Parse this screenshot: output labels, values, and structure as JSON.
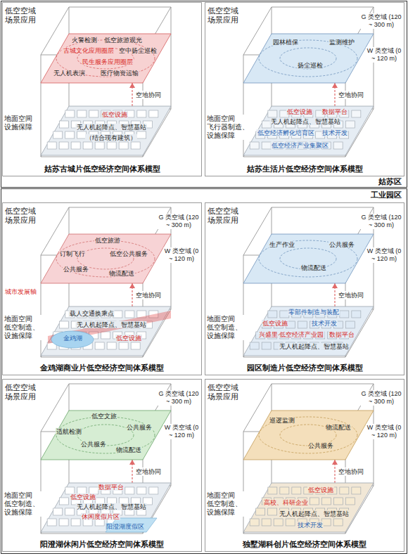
{
  "diagram": {
    "nodes": [
      {
        "text": [
          "姑苏区"
        ]
      },
      {
        "text": [
          "姑苏古城片低空经济空间体系模型"
        ],
        "in": 0
      },
      {
        "text": [
          "火警检测",
          "低空旅游观光",
          "空中扬尘巡检",
          "古城文化应用圈层",
          "民生服务应用圈层",
          "无人机表演",
          "医疗物资运输"
        ],
        "in": 1
      },
      {
        "text": [
          "低空设施",
          "无人机起降点、智慧基站",
          "（结合现有建筑）"
        ],
        "in": 1
      },
      {
        "text": [
          "姑苏生活片低空经济空间体系模型"
        ],
        "in": 0
      },
      {
        "text": [
          "园林植保",
          "监测维护",
          "扬尘巡检"
        ],
        "in": 4
      },
      {
        "text": [
          "低空设施",
          "数据平台",
          "无人机起降点、智慧基站",
          "低空经济孵化培育区",
          "技术开发",
          "低空经济产业集聚区"
        ],
        "in": 4
      },
      {
        "text": [
          "工业园区"
        ]
      },
      {
        "text": [
          "金鸡湖商业片低空经济空间体系模型"
        ],
        "in": 7
      },
      {
        "text": [
          "低空旅游",
          "订制飞行",
          "低空公共服务",
          "公共服务",
          "物流配送"
        ],
        "in": 8
      },
      {
        "text": [
          "载人交通换乘点",
          "无人机起降点、智慧基站",
          "金鸡湖",
          "低空设施"
        ],
        "in": 8
      },
      {
        "text": [
          "园区制造片低空经济空间体系模型"
        ],
        "in": 7
      },
      {
        "text": [
          "生产作业",
          "公共服务",
          "物流配送"
        ],
        "in": 11
      },
      {
        "text": [
          "零部件制造与装配",
          "低空设施",
          "技术开发",
          "兴盛里·低空经济产业园",
          "数据平台",
          "无人机起降点、智慧基站"
        ],
        "in": 11
      },
      {
        "text": [
          "阳澄湖休闲片低空经济空间体系模型"
        ],
        "in": 7
      },
      {
        "text": [
          "低空文旅",
          "适航检测",
          "公共服务",
          "公共服务",
          "物流配送"
        ],
        "in": 14
      },
      {
        "text": [
          "数据平台",
          "低空设施",
          "无人机起降点、智慧基站",
          "休闲度假片区",
          "阳澄湖度假区"
        ],
        "in": 14
      },
      {
        "text": [
          "独墅湖科创片低空经济空间体系模型"
        ],
        "in": 7
      },
      {
        "text": [
          "巡逻监测",
          "物流配送",
          "公共服务"
        ],
        "in": 17
      },
      {
        "text": [
          "低空设施",
          "高校、科研企业",
          "无人机起降点、智慧基站",
          "技术开发"
        ],
        "in": 17
      }
    ],
    "edges": [
      {
        "from": 3,
        "to": 2,
        "label": "空地协同",
        "arrow": "to"
      },
      {
        "from": 6,
        "to": 5,
        "label": "空地协同",
        "arrow": "to"
      },
      {
        "from": 10,
        "to": 9,
        "label": "空地协同",
        "arrow": "to"
      },
      {
        "from": 13,
        "to": 12,
        "label": "空地协同",
        "arrow": "to"
      },
      {
        "from": 16,
        "to": 15,
        "label": "空地协同",
        "arrow": "to"
      },
      {
        "from": 19,
        "to": 18,
        "label": "空地协同",
        "arrow": "to"
      }
    ],
    "labels": [
      "低空空域 场景应用",
      "地面空间 设施保障",
      "低空空域 场景应用",
      "G 类空域 (120 ~ 300 m)",
      "W 类空域 (0 ~ 120 m)",
      "地面空间 飞行器制造、设施保障",
      "低空空域 场景应用",
      "G 类空域 (120 ~ 300 m)",
      "W 类空域 (0 ~ 120 m)",
      "城市发展轴",
      "地面空间 低空制造、设施保障",
      "低空空域 场景应用",
      "G 类空域 (120 ~ 300 m)",
      "W 类空域 (0 ~ 120 m)",
      "地面空间 低空制造、设施保障",
      "低空空域 场景应用",
      "G 类空域 (120 ~ 300 m)",
      "W 类空域 (0 ~ 120 m)",
      "地面空间 低空制造、设施保障",
      "低空空域 场景应用",
      "G 类空域 (120 ~ 300 m)",
      "W 类空域 (0 ~ 120 m)",
      "地面空间 低空制造、设施保障"
    ]
  }
}
